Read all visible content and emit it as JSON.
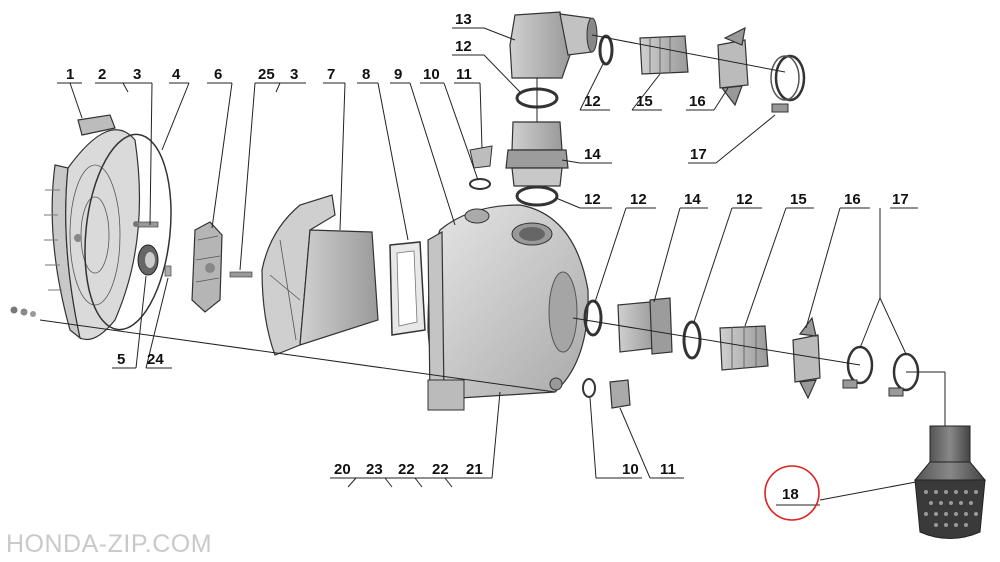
{
  "watermark": "HONDA-ZIP.COM",
  "highlight_color": "#e02020",
  "callouts": {
    "c1": "1",
    "c2": "2",
    "c3a": "3",
    "c4": "4",
    "c6": "6",
    "c25": "25",
    "c3b": "3",
    "c7": "7",
    "c8": "8",
    "c9": "9",
    "c10a": "10",
    "c11a": "11",
    "c13": "13",
    "c12a": "12",
    "c12b": "12",
    "c15a": "15",
    "c16a": "16",
    "c14a": "14",
    "c17a": "17",
    "c12c": "12",
    "c12d": "12",
    "c14b": "14",
    "c12e": "12",
    "c15b": "15",
    "c16b": "16",
    "c17b": "17",
    "c5": "5",
    "c24": "24",
    "c20": "20",
    "c23": "23",
    "c22a": "22",
    "c22b": "22",
    "c21": "21",
    "c10b": "10",
    "c11b": "11",
    "c18": "18"
  }
}
